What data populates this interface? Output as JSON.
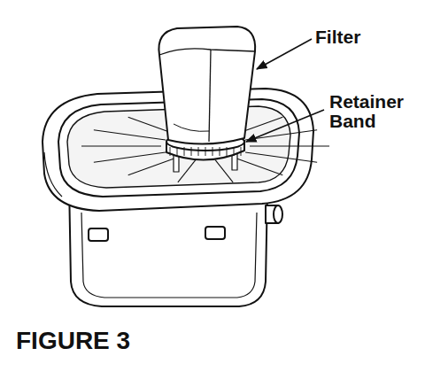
{
  "diagram": {
    "caption": "FIGURE 3",
    "labels": [
      "Filter",
      "Retainer Band"
    ]
  }
}
